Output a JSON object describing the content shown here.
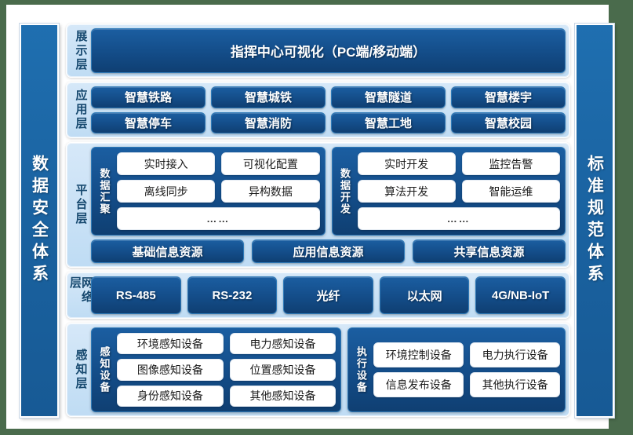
{
  "colors": {
    "background": "#4a6b4c",
    "page": "#ffffff",
    "pillar": "#1a62a0",
    "layer_bg": "#c7e0f5",
    "pill_dark": "#134b86",
    "pill_white": "#ffffff",
    "label_text": "#17496f"
  },
  "pillars": {
    "left": "数据安全体系",
    "right": "标准规范体系"
  },
  "layers": {
    "display": {
      "label": "展示层",
      "bar": "指挥中心可视化（PC端/移动端）"
    },
    "application": {
      "label": "应用层",
      "row1": [
        "智慧铁路",
        "智慧城铁",
        "智慧隧道",
        "智慧楼宇"
      ],
      "row2": [
        "智慧停车",
        "智慧消防",
        "智慧工地",
        "智慧校园"
      ]
    },
    "platform": {
      "label": "平台层",
      "groups": [
        {
          "title": "数据汇聚",
          "row1": [
            "实时接入",
            "可视化配置"
          ],
          "row2": [
            "离线同步",
            "异构数据"
          ],
          "row3": "……"
        },
        {
          "title": "数据开发",
          "row1": [
            "实时开发",
            "监控告警"
          ],
          "row2": [
            "算法开发",
            "智能运维"
          ],
          "row3": "……"
        }
      ],
      "resources": [
        "基础信息资源",
        "应用信息资源",
        "共享信息资源"
      ]
    },
    "network": {
      "label": "网络层",
      "items": [
        "RS-485",
        "RS-232",
        "光纤",
        "以太网",
        "4G/NB-IoT"
      ]
    },
    "sensing": {
      "label": "感知层",
      "groups": [
        {
          "title": "感知设备",
          "row1": [
            "环境感知设备",
            "电力感知设备"
          ],
          "row2": [
            "图像感知设备",
            "位置感知设备"
          ],
          "row3": [
            "身份感知设备",
            "其他感知设备"
          ]
        },
        {
          "title": "执行设备",
          "row1": [
            "环境控制设备",
            "电力执行设备"
          ],
          "row2": [
            "信息发布设备",
            "其他执行设备"
          ]
        }
      ]
    }
  }
}
